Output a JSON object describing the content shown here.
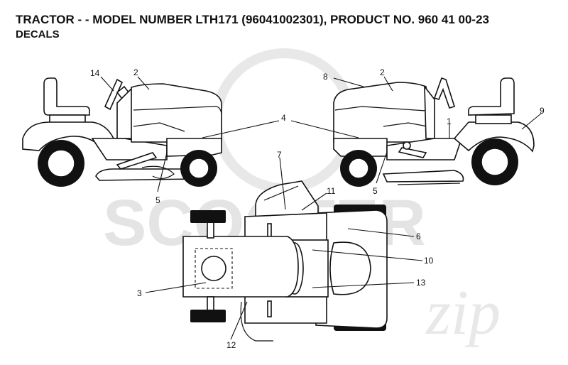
{
  "header": {
    "title": "TRACTOR - - MODEL NUMBER LTH171 (96041002301), PRODUCT NO. 960 41 00-23",
    "subtitle": "DECALS"
  },
  "watermark": {
    "text": "SCOOTER",
    "script": "zip"
  },
  "callouts": {
    "left_14": "14",
    "left_2": "2",
    "left_4": "4",
    "left_5": "5",
    "right_8": "8",
    "right_2": "2",
    "right_1": "1",
    "right_9": "9",
    "right_5": "5",
    "top_7": "7",
    "top_11": "11",
    "top_6": "6",
    "top_10": "10",
    "top_13": "13",
    "top_3": "3",
    "top_12": "12"
  }
}
